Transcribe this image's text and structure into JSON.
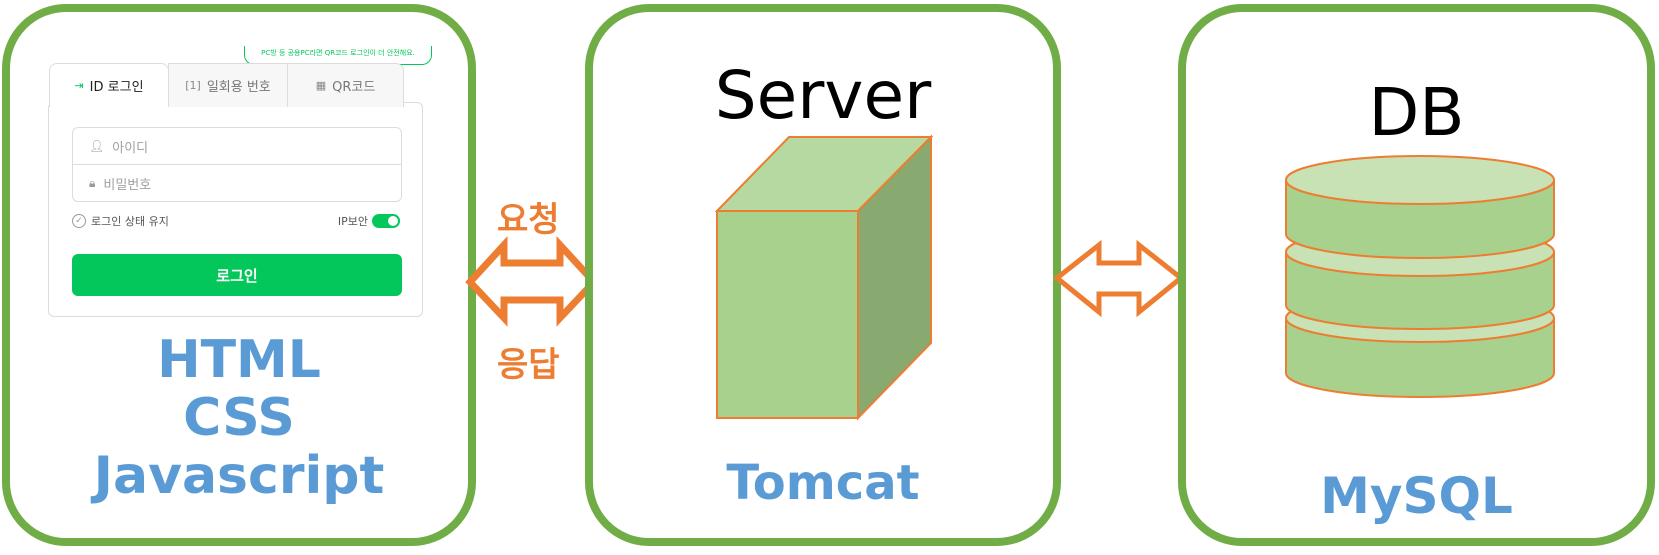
{
  "client": {
    "tabs": [
      {
        "label": "ID 로그인",
        "icon": "login-icon"
      },
      {
        "label": "일회용 번호",
        "icon": "one-time-number-icon"
      },
      {
        "label": "QR코드",
        "icon": "qr-code-icon"
      }
    ],
    "notice": "PC방 등 공용PC라면 QR코드 로그인이 더 안전해요.",
    "id_placeholder": "아이디",
    "pw_placeholder": "비밀번호",
    "keep_login": "로그인 상태 유지",
    "ip_security": "IP보안",
    "ip_security_on": true,
    "login_button": "로그인",
    "tech": [
      "HTML",
      "CSS",
      "Javascript"
    ]
  },
  "arrows": {
    "request": "요청",
    "response": "응답"
  },
  "server": {
    "title": "Server",
    "tech": "Tomcat"
  },
  "db": {
    "title": "DB",
    "tech": "MySQL"
  },
  "colors": {
    "panel_border": "#70ad47",
    "arrow": "#ed7d31",
    "tech_text": "#5b9bd5",
    "login_green": "#03c75a",
    "shape_fill": "#a9d18e",
    "shape_dark": "#88a96f"
  }
}
